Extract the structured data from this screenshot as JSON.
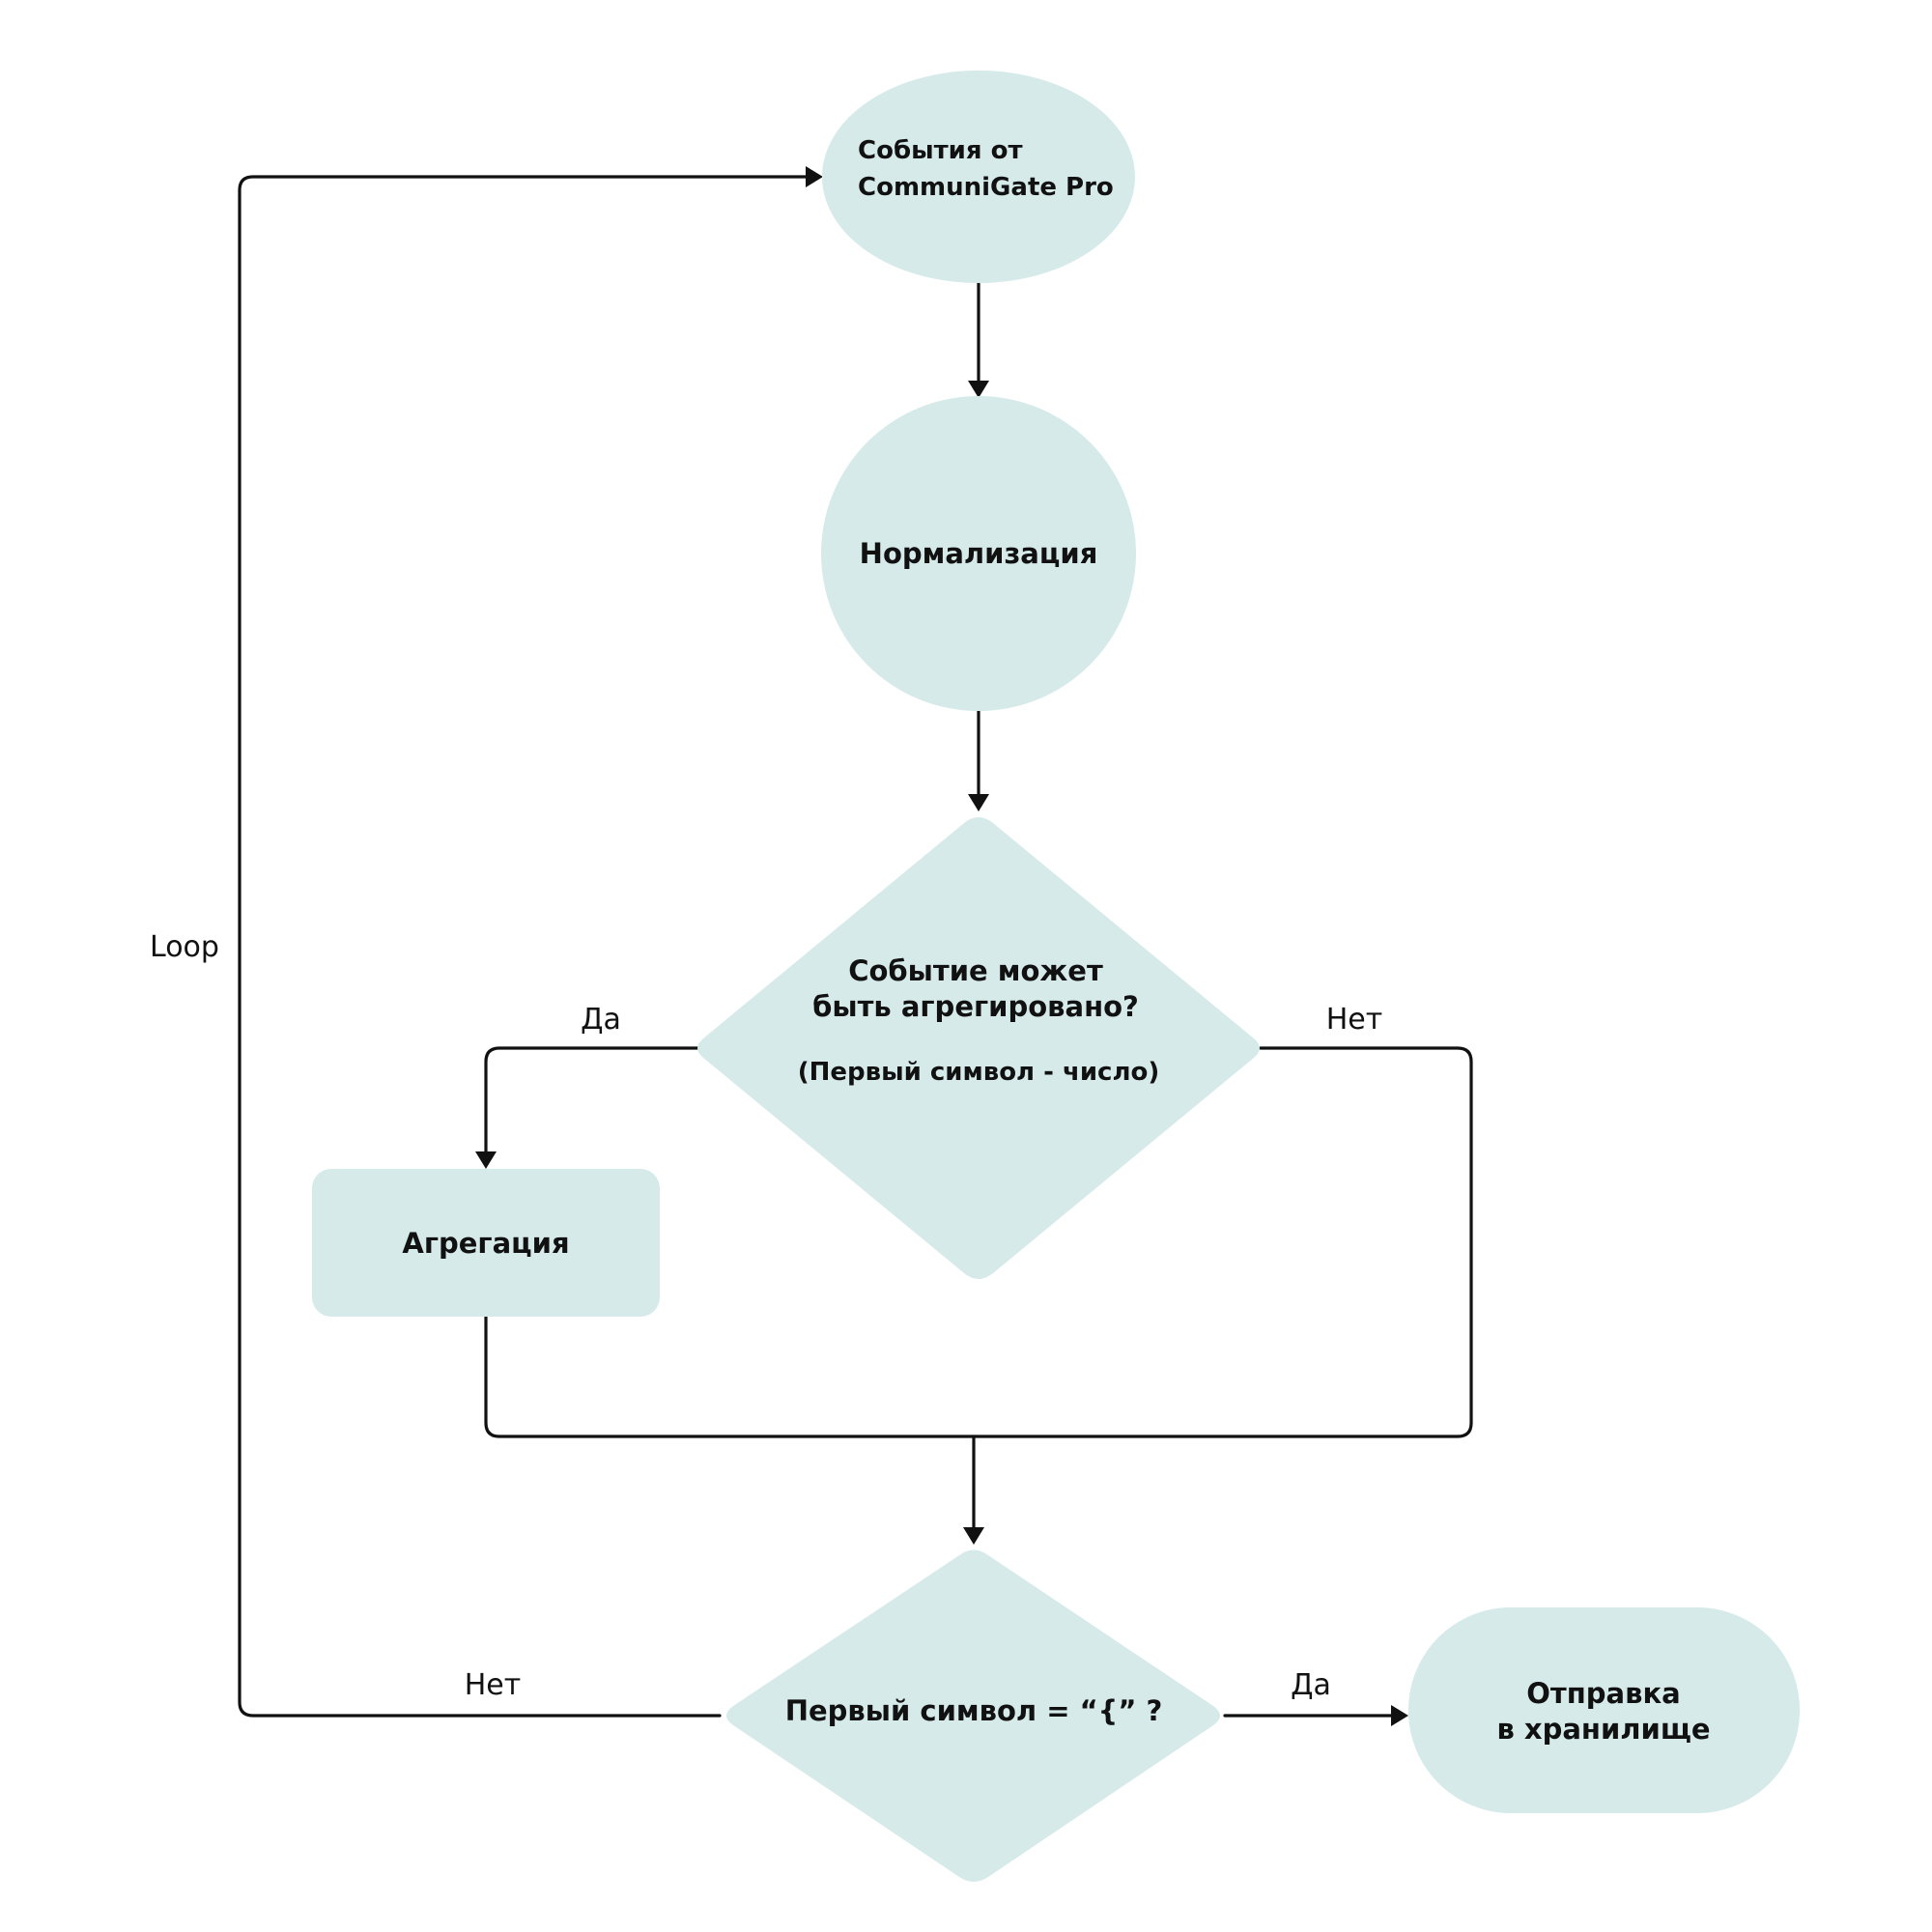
{
  "diagram": {
    "nodes": {
      "events_source": {
        "line1": "События от",
        "line2": "CommuniGate Pro"
      },
      "normalization": {
        "label": "Нормализация"
      },
      "can_aggregate": {
        "line1": "Событие может",
        "line2": "быть агрегировано?",
        "note": "(Первый символ - число)"
      },
      "aggregation": {
        "label": "Агрегация"
      },
      "first_symbol_check": {
        "label": "Первый символ  = “{” ?"
      },
      "send_to_storage": {
        "line1": "Отправка",
        "line2": "в хранилище"
      }
    },
    "edges": {
      "aggregate_yes": "Да",
      "aggregate_no": "Нет",
      "symbol_no": "Нет",
      "symbol_yes": "Да",
      "loop": "Loop"
    },
    "colors": {
      "node_fill": "#d5eae9",
      "line": "#111111",
      "text": "#111111"
    }
  }
}
